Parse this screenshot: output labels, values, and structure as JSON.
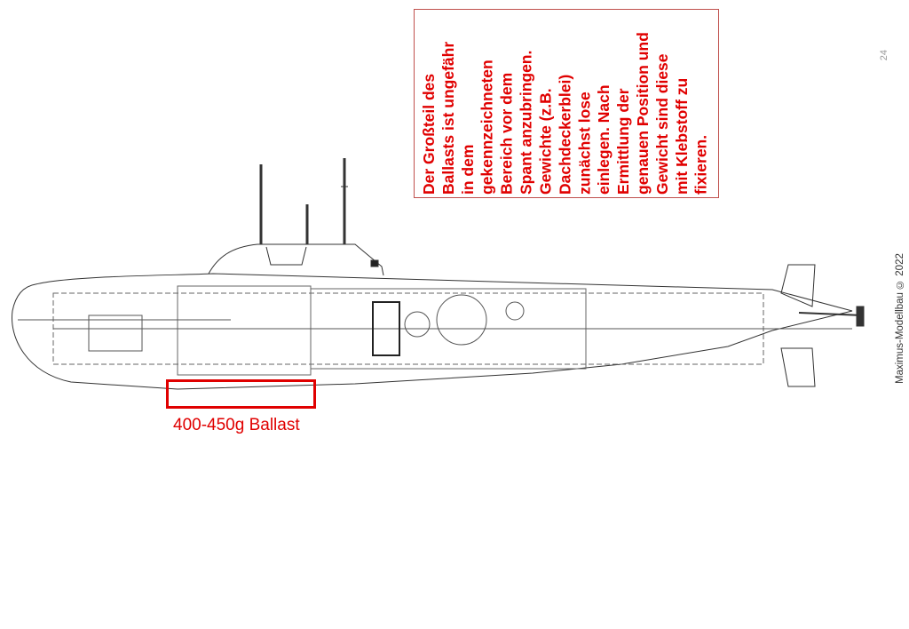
{
  "note": {
    "lines": [
      "Der Großteil des",
      "Ballasts ist ungefähr",
      "in dem",
      "gekennzeichneten",
      "Bereich vor dem",
      "Spant anzubringen.",
      "Gewichte (z.B.",
      "Dachdeckerblei)",
      "zunächst lose",
      "einlegen. Nach",
      "Ermittlung der",
      "genauen Position und",
      "Gewicht sind diese",
      "mit Klebstoff zu",
      "fixieren."
    ]
  },
  "page_number": "24",
  "footer": "Maximus-Modellbau © 2022",
  "ballast_label": "400-450g Ballast",
  "colors": {
    "accent": "#e00000"
  }
}
